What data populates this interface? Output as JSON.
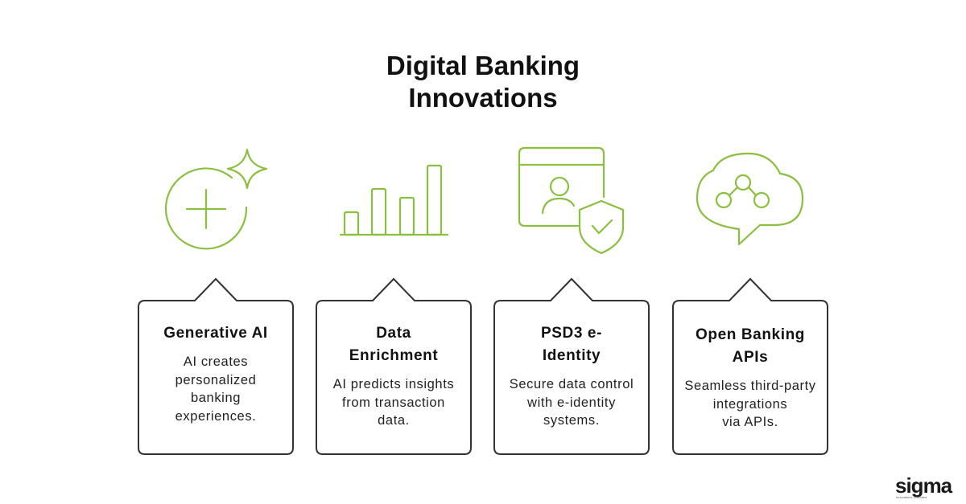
{
  "title": {
    "line1": "Digital Banking",
    "line2": "Innovations"
  },
  "colors": {
    "accent": "#8bbf3f",
    "border": "#333333",
    "text": "#111111"
  },
  "cards": [
    {
      "heading": "Generative AI",
      "description": "AI creates\npersonalized\nbanking\nexperiences.",
      "icon": "circle-plus-sparkle-icon"
    },
    {
      "heading": "Data\nEnrichment",
      "description": "AI predicts insights\nfrom transaction\ndata.",
      "icon": "bar-chart-icon"
    },
    {
      "heading": "PSD3 e-\nIdentity",
      "description": "Secure data control\nwith e-identity\nsystems.",
      "icon": "id-shield-check-icon"
    },
    {
      "heading": "Open Banking\nAPIs",
      "description": "Seamless third-party\nintegrations\nvia APIs.",
      "icon": "cloud-network-icon"
    }
  ],
  "logo": {
    "brand": "sigma",
    "tagline": "Innovations Unlimited"
  }
}
